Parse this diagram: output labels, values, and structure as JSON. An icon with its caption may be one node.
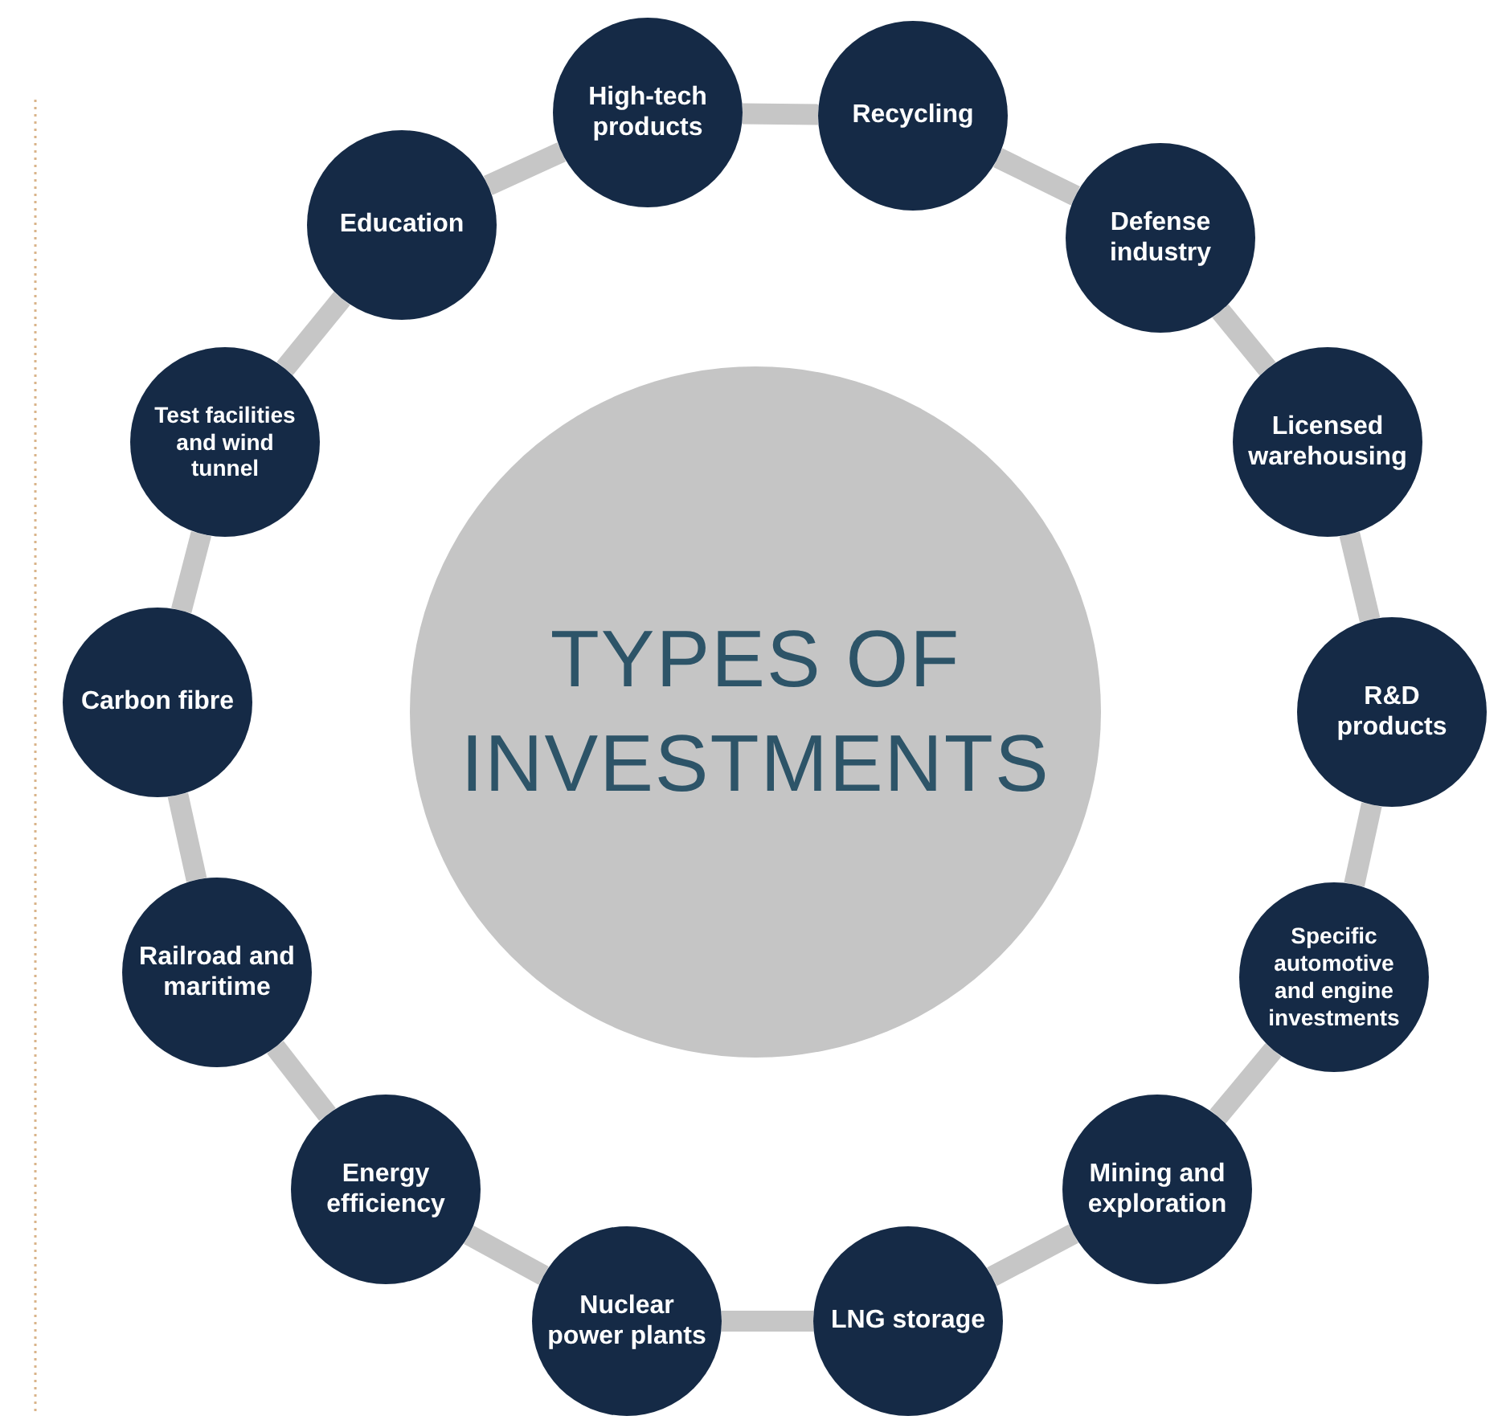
{
  "diagram": {
    "nodes": [
      {
        "text": [
          "TYPES OF INVESTMENTS"
        ]
      },
      {
        "text": [
          "High-tech products"
        ]
      },
      {
        "text": [
          "Recycling"
        ]
      },
      {
        "text": [
          "Defense industry"
        ]
      },
      {
        "text": [
          "Licensed warehousing"
        ]
      },
      {
        "text": [
          "R&D products"
        ]
      },
      {
        "text": [
          "Specific automotive and engine investments"
        ]
      },
      {
        "text": [
          "Mining and exploration"
        ]
      },
      {
        "text": [
          "LNG storage"
        ]
      },
      {
        "text": [
          "Nuclear power plants"
        ]
      },
      {
        "text": [
          "Energy efficiency"
        ]
      },
      {
        "text": [
          "Railroad and maritime"
        ]
      },
      {
        "text": [
          "Carbon fibre"
        ]
      },
      {
        "text": [
          "Test facilities and wind tunnel"
        ]
      },
      {
        "text": [
          "Education"
        ]
      }
    ],
    "edges": [
      {
        "from": 1,
        "to": 2,
        "arrow": "none"
      },
      {
        "from": 2,
        "to": 3,
        "arrow": "none"
      },
      {
        "from": 3,
        "to": 4,
        "arrow": "none"
      },
      {
        "from": 4,
        "to": 5,
        "arrow": "none"
      },
      {
        "from": 5,
        "to": 6,
        "arrow": "none"
      },
      {
        "from": 6,
        "to": 7,
        "arrow": "none"
      },
      {
        "from": 7,
        "to": 8,
        "arrow": "none"
      },
      {
        "from": 8,
        "to": 9,
        "arrow": "none"
      },
      {
        "from": 9,
        "to": 10,
        "arrow": "none"
      },
      {
        "from": 10,
        "to": 11,
        "arrow": "none"
      },
      {
        "from": 11,
        "to": 12,
        "arrow": "none"
      },
      {
        "from": 12,
        "to": 13,
        "arrow": "none"
      },
      {
        "from": 13,
        "to": 14,
        "arrow": "none"
      },
      {
        "from": 14,
        "to": 1,
        "arrow": "none"
      }
    ]
  }
}
